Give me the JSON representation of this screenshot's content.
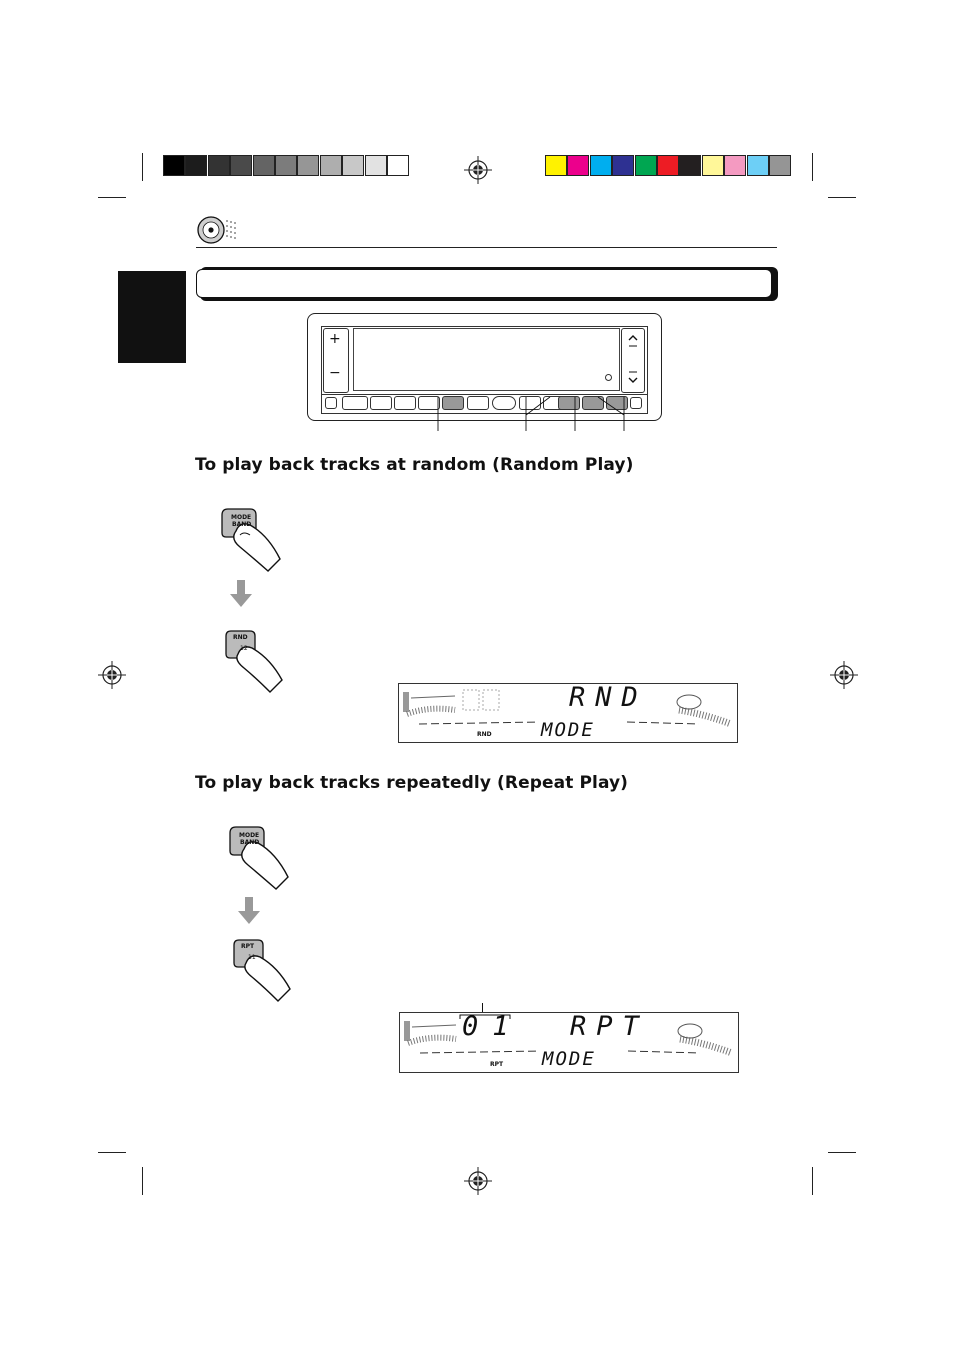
{
  "section_a": {
    "heading": "To play back tracks at random (Random Play)",
    "btn1_label_top": "MODE",
    "btn1_label_bot": "BAND",
    "btn2_label": "RND",
    "btn2_num": "12",
    "display_main": "RND",
    "display_mode": "MODE",
    "display_indicator": "RND"
  },
  "section_b": {
    "heading": "To play back tracks repeatedly (Repeat Play)",
    "btn1_label_top": "MODE",
    "btn1_label_bot": "BAND",
    "btn2_label": "RPT",
    "btn2_num": "11",
    "display_track": "01",
    "display_main": "RPT",
    "display_mode": "MODE",
    "display_indicator": "RPT"
  },
  "panel": {
    "plus": "+",
    "minus": "−"
  },
  "colors": {
    "gray_swatches": [
      "#000000",
      "#1c1c1c",
      "#333333",
      "#4a4a4a",
      "#646464",
      "#7c7c7c",
      "#969696",
      "#aeaeae",
      "#c8c8c8",
      "#e2e2e2",
      "#ffffff"
    ],
    "color_swatches": [
      "#fff200",
      "#ec008c",
      "#00aeef",
      "#2e3192",
      "#00a651",
      "#ed1c24",
      "#231f20",
      "#fff799",
      "#f49ac1",
      "#6dcff6",
      "#959595"
    ]
  }
}
